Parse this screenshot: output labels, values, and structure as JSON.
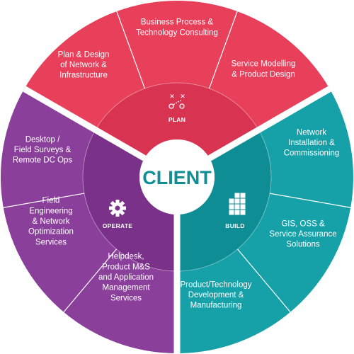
{
  "center": {
    "label": "CLIENT"
  },
  "colors": {
    "plan": "#e8405a",
    "plan_inner": "#d83350",
    "build": "#16a0a8",
    "build_inner": "#0f8d95",
    "operate": "#8a3f9a",
    "operate_inner": "#7a3189",
    "center_fill": "#ffffff",
    "center_text": "#0e8f96",
    "divider": "#ffffff"
  },
  "phases": [
    {
      "id": "plan",
      "label": "PLAN",
      "icon": "strategy-icon"
    },
    {
      "id": "build",
      "label": "BUILD",
      "icon": "blocks-icon"
    },
    {
      "id": "operate",
      "label": "OPERATE",
      "icon": "gear-icon"
    }
  ],
  "services": [
    {
      "phase": "plan",
      "lines": [
        "Business Process &",
        "Technology Consulting"
      ]
    },
    {
      "phase": "plan",
      "lines": [
        "Service Modelling",
        "& Product Design"
      ]
    },
    {
      "phase": "build",
      "lines": [
        "Network",
        "Installation &",
        "Commissioning"
      ]
    },
    {
      "phase": "build",
      "lines": [
        "GIS, OSS &",
        "Service Assurance",
        "Solutions"
      ]
    },
    {
      "phase": "build",
      "lines": [
        "Product/Technology",
        "Development &",
        "Manufacturing"
      ]
    },
    {
      "phase": "operate",
      "lines": [
        "Helpdesk,",
        "Product M&S",
        "and Application",
        "Management",
        "Services"
      ]
    },
    {
      "phase": "operate",
      "lines": [
        "Field",
        "Engineering",
        "& Network",
        "Optimization",
        "Services"
      ]
    },
    {
      "phase": "operate",
      "lines": [
        "Desktop /",
        "Field Surveys &",
        "Remote DC Ops"
      ]
    },
    {
      "phase": "plan",
      "lines": [
        "Plan & Design",
        "of Network &",
        "Infrastructure"
      ]
    }
  ]
}
